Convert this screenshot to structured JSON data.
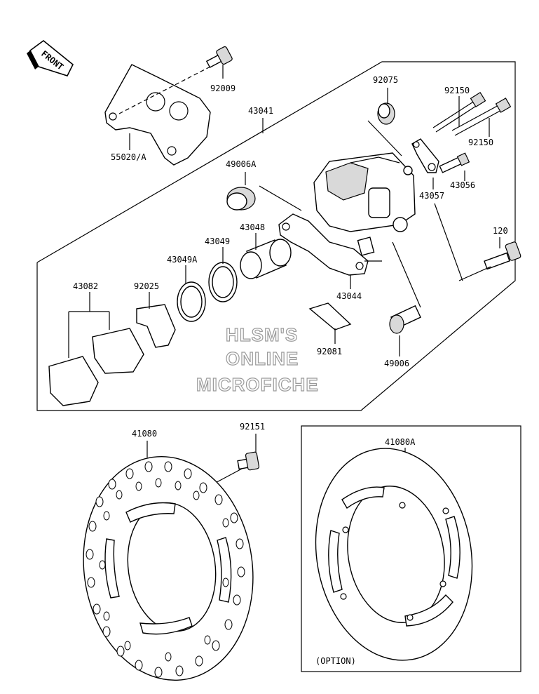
{
  "front_badge": "FRONT",
  "callouts": {
    "p92009": "92009",
    "p55020A": "55020/A",
    "p43041": "43041",
    "p92075": "92075",
    "p92150a": "92150",
    "p92150b": "92150",
    "p49006A": "49006A",
    "p43056": "43056",
    "p43057": "43057",
    "p43048": "43048",
    "p43049": "43049",
    "p43049A": "43049A",
    "p120": "120",
    "p43082": "43082",
    "p92025": "92025",
    "p43044": "43044",
    "p92081": "92081",
    "p49006": "49006",
    "p41080": "41080",
    "p92151": "92151",
    "p41080A": "41080A"
  },
  "watermark": {
    "line1": "HLSM'S",
    "line2": "ONLINE",
    "line3": "MICROFICHE"
  },
  "option_label": "(OPTION)"
}
